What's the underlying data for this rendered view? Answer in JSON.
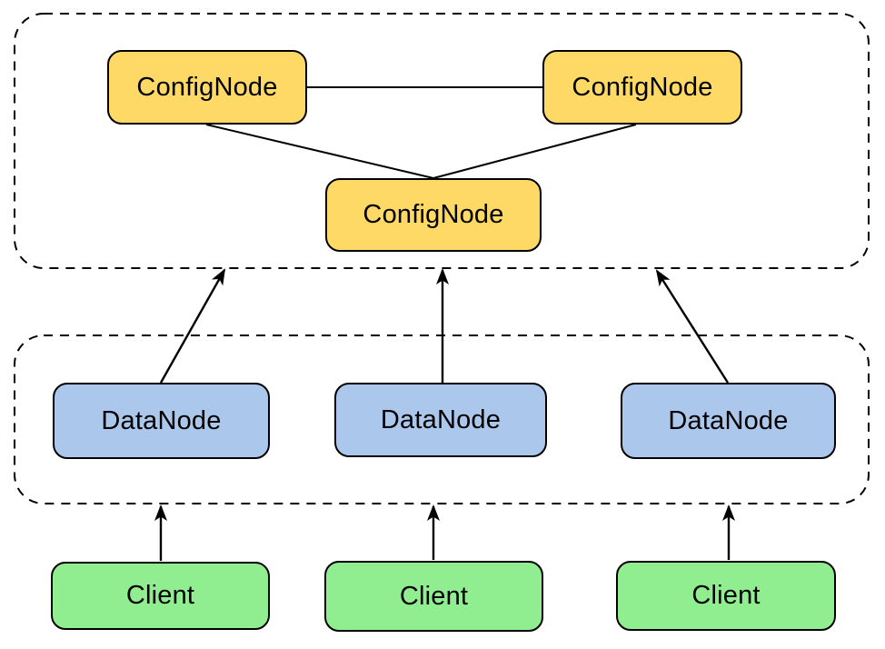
{
  "diagram": {
    "type": "cluster-architecture",
    "clusters": [
      {
        "id": "confignode-cluster",
        "style": "dashed-rounded",
        "contains": [
          "confignode-1",
          "confignode-2",
          "confignode-3"
        ]
      },
      {
        "id": "datanode-cluster",
        "style": "dashed-rounded",
        "contains": [
          "datanode-1",
          "datanode-2",
          "datanode-3"
        ]
      }
    ],
    "edges": [
      {
        "from": "confignode-1",
        "to": "confignode-2",
        "style": "line"
      },
      {
        "from": "confignode-1",
        "to": "confignode-3",
        "style": "line"
      },
      {
        "from": "confignode-2",
        "to": "confignode-3",
        "style": "line"
      },
      {
        "from": "datanode-1",
        "to": "confignode-cluster",
        "style": "arrow"
      },
      {
        "from": "datanode-2",
        "to": "confignode-cluster",
        "style": "arrow"
      },
      {
        "from": "datanode-3",
        "to": "confignode-cluster",
        "style": "arrow"
      },
      {
        "from": "client-1",
        "to": "datanode-cluster",
        "style": "arrow"
      },
      {
        "from": "client-2",
        "to": "datanode-cluster",
        "style": "arrow"
      },
      {
        "from": "client-3",
        "to": "datanode-cluster",
        "style": "arrow"
      }
    ]
  },
  "nodes": [
    {
      "id": "confignode-1",
      "label": "ConfigNode",
      "type": "confignode"
    },
    {
      "id": "confignode-2",
      "label": "ConfigNode",
      "type": "confignode"
    },
    {
      "id": "confignode-3",
      "label": "ConfigNode",
      "type": "confignode"
    },
    {
      "id": "datanode-1",
      "label": "DataNode",
      "type": "datanode"
    },
    {
      "id": "datanode-2",
      "label": "DataNode",
      "type": "datanode"
    },
    {
      "id": "datanode-3",
      "label": "DataNode",
      "type": "datanode"
    },
    {
      "id": "client-1",
      "label": "Client",
      "type": "client"
    },
    {
      "id": "client-2",
      "label": "Client",
      "type": "client"
    },
    {
      "id": "client-3",
      "label": "Client",
      "type": "client"
    }
  ],
  "colors": {
    "confignode_fill": "#FFD966",
    "datanode_fill": "#ACC7EC",
    "client_fill": "#90EE90",
    "border": "#000000",
    "background": "#FFFFFF"
  }
}
